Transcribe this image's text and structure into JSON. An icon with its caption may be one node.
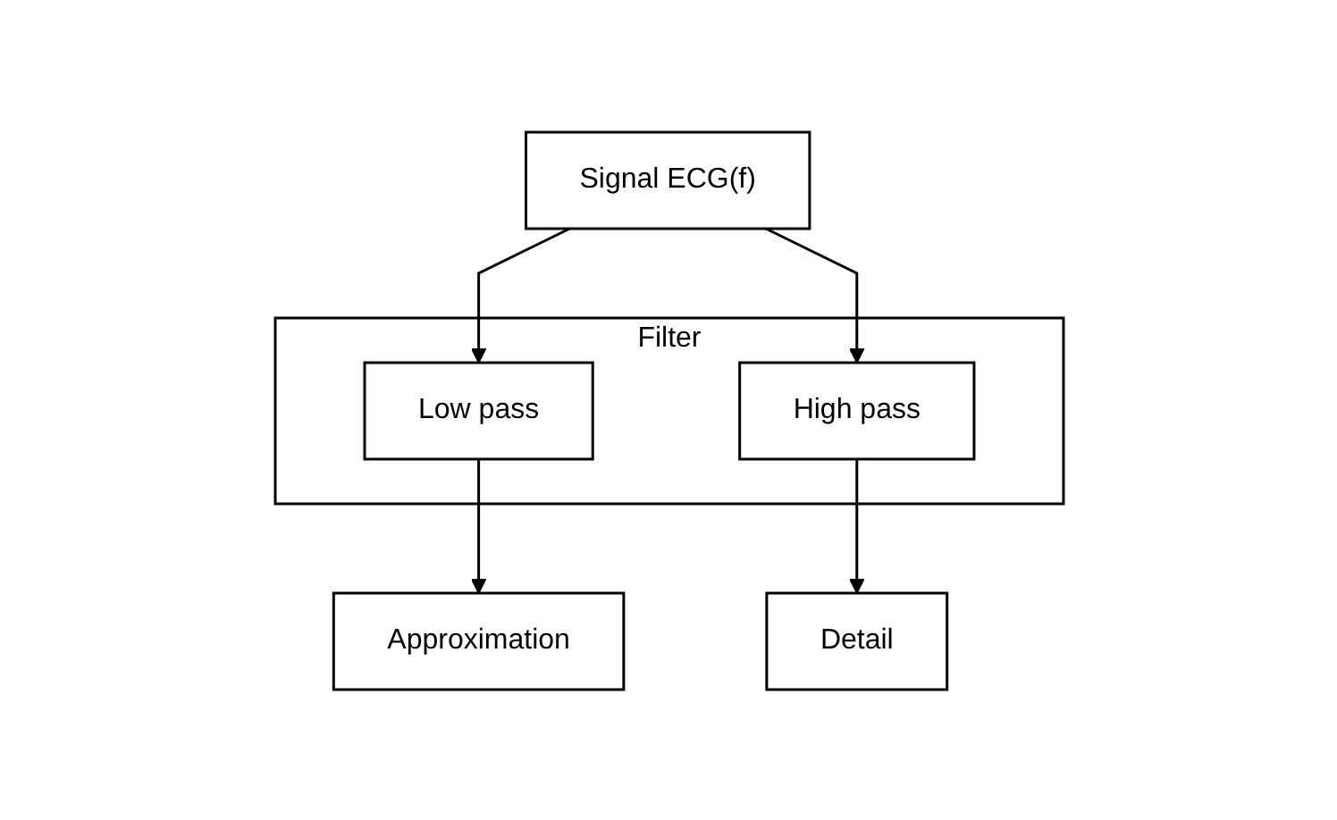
{
  "diagram": {
    "nodes": [
      {
        "text": [
          "Signal ECG(f)"
        ]
      },
      {
        "text": [
          "Filter"
        ]
      },
      {
        "text": [
          "Low pass"
        ],
        "in": 1
      },
      {
        "text": [
          "High pass"
        ],
        "in": 1
      },
      {
        "text": [
          "Approximation"
        ]
      },
      {
        "text": [
          "Detail"
        ]
      }
    ],
    "edges": [
      {
        "from": 0,
        "to": 2,
        "arrow": "to"
      },
      {
        "from": 0,
        "to": 3,
        "arrow": "to"
      },
      {
        "from": 2,
        "to": 4,
        "arrow": "to"
      },
      {
        "from": 3,
        "to": 5,
        "arrow": "to"
      }
    ]
  }
}
